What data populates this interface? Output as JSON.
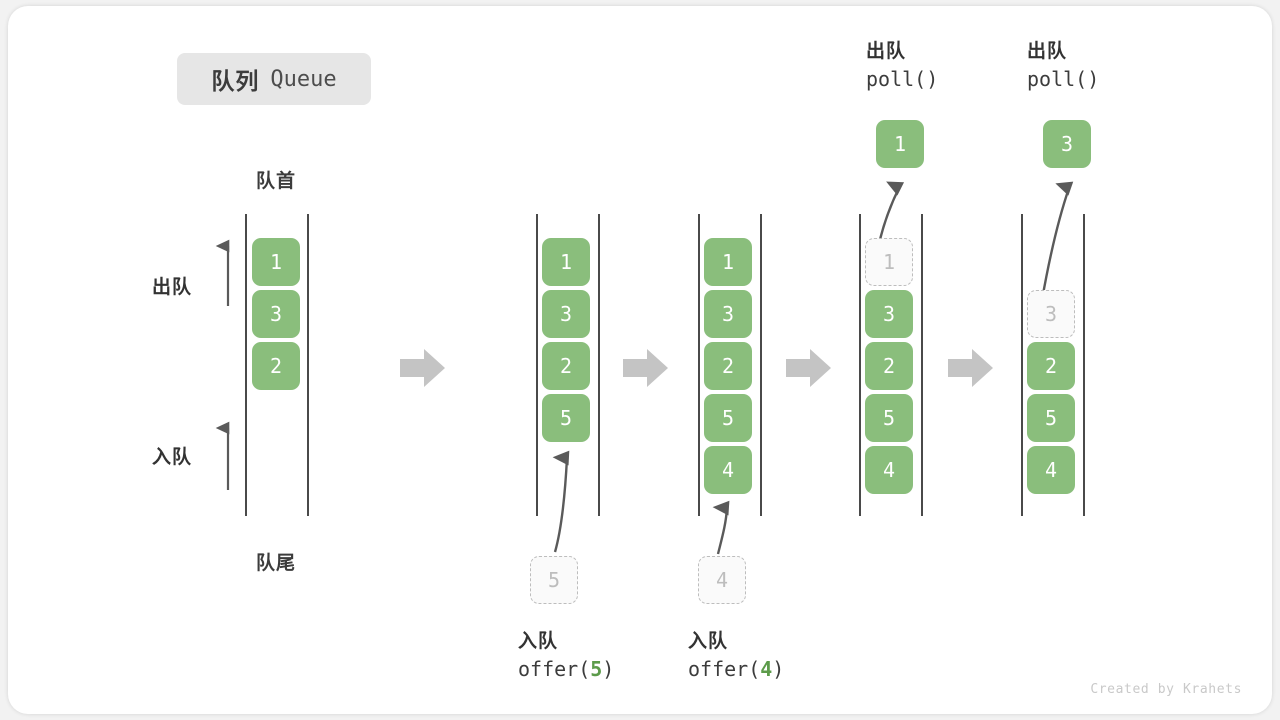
{
  "title": {
    "cn": "队列",
    "en": "Queue"
  },
  "captions": {
    "head": "队首",
    "tail": "队尾"
  },
  "side_labels": {
    "dequeue": "出队",
    "enqueue": "入队"
  },
  "credit": "Created by Krahets",
  "colors": {
    "cell_fill": "#8abe7c",
    "cell_text": "#ffffff",
    "ghost_fill": "#fafafa",
    "ghost_border": "#bdbdbd",
    "ghost_text": "#bdbdbd",
    "rail": "#4a4a4a",
    "arrow_gray": "#c4c4c4",
    "arrow_dark": "#5a5a5a",
    "badge_bg": "#e6e6e6",
    "text": "#3c3c3c",
    "arg_green": "#5c9b4a",
    "card_bg": "#ffffff",
    "page_bg": "#f2f2f2"
  },
  "columns": [
    {
      "name": "initial",
      "cells": [
        "1",
        "3",
        "2"
      ]
    },
    {
      "name": "after-offer-5",
      "cells": [
        "1",
        "3",
        "2",
        "5"
      ]
    },
    {
      "name": "after-offer-4",
      "cells": [
        "1",
        "3",
        "2",
        "5",
        "4"
      ]
    },
    {
      "name": "poll-1",
      "cells": [
        "1",
        "3",
        "2",
        "5",
        "4"
      ],
      "ghost_index": 0
    },
    {
      "name": "poll-3",
      "cells": [
        "",
        "3",
        "2",
        "5",
        "4"
      ],
      "ghost_index": 1
    }
  ],
  "operations": {
    "offer5": {
      "cn": "入队",
      "fn": "offer(",
      "arg": "5",
      "close": ")",
      "ghost": "5"
    },
    "offer4": {
      "cn": "入队",
      "fn": "offer(",
      "arg": "4",
      "close": ")",
      "ghost": "4"
    },
    "poll1": {
      "cn": "出队",
      "code": "poll()",
      "popped": "1"
    },
    "poll3": {
      "cn": "出队",
      "code": "poll()",
      "popped": "3"
    }
  }
}
